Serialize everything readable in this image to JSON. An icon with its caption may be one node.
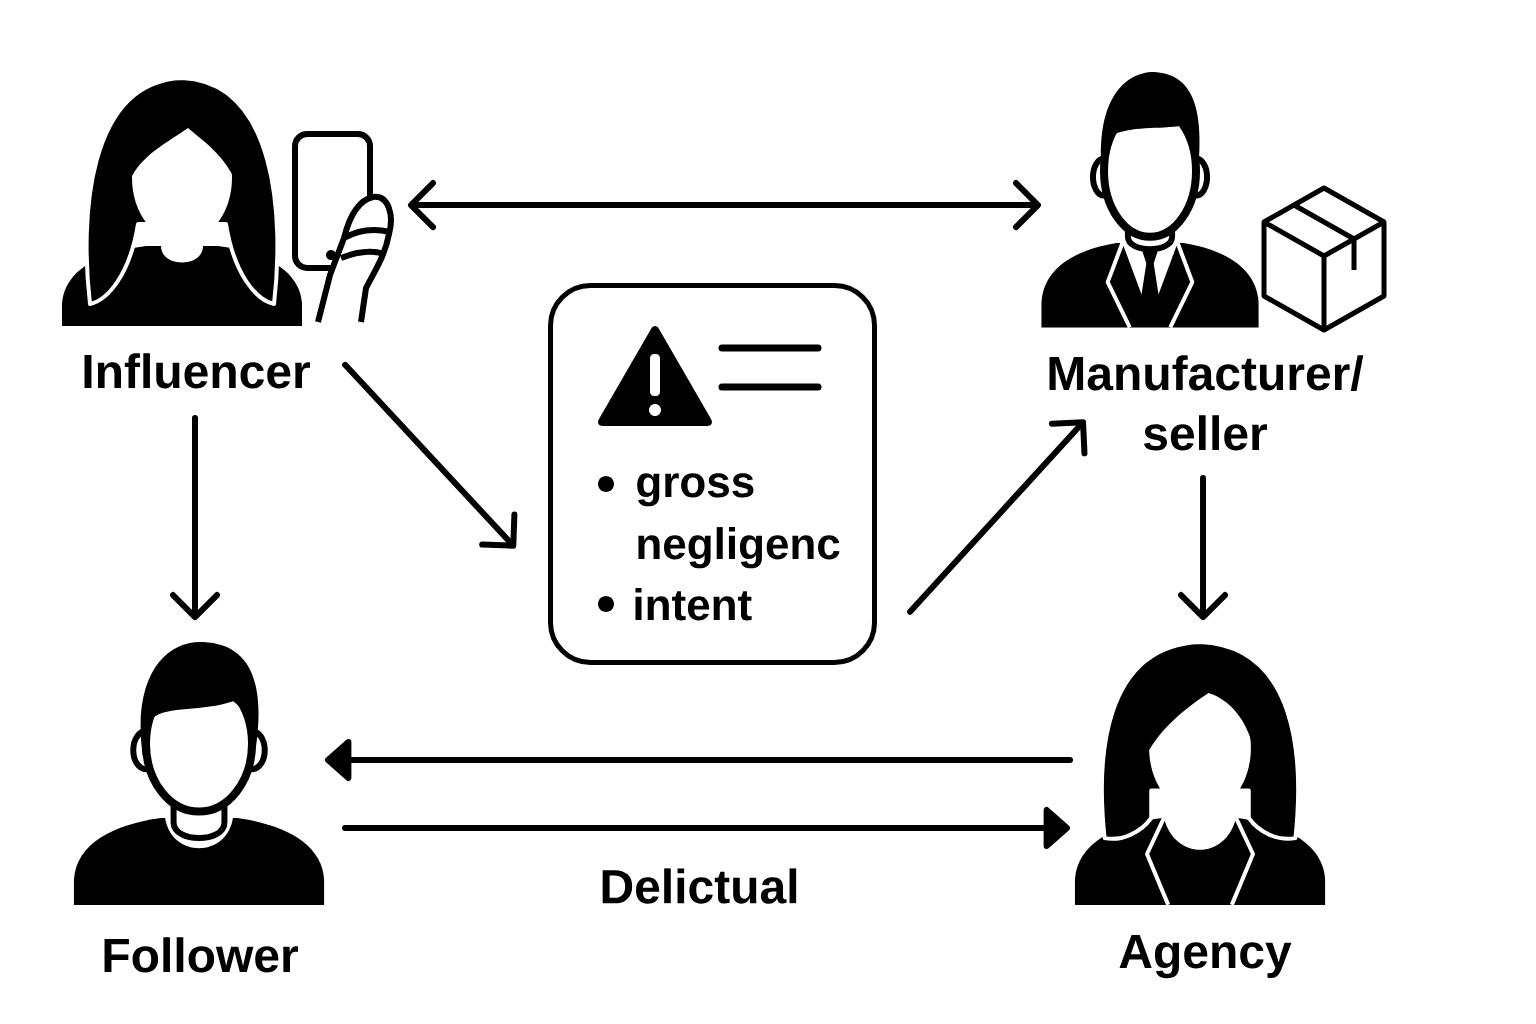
{
  "diagram": {
    "nodes": [
      {
        "text": [],
        "shape": "person",
        "beside": [
          "Influencer"
        ]
      },
      {
        "text": [],
        "shape": "person",
        "beside": [
          "Manufacturer/ seller"
        ]
      },
      {
        "text": [
          "gross negligenc",
          "intent"
        ]
      },
      {
        "text": [],
        "shape": "person",
        "beside": [
          "Follower"
        ]
      },
      {
        "text": [],
        "shape": "person",
        "beside": [
          "Agency"
        ]
      }
    ],
    "edges": [
      {
        "from": 0,
        "to": 1,
        "arrow": "both"
      },
      {
        "from": 0,
        "to": 2,
        "arrow": "to"
      },
      {
        "from": 2,
        "to": 1,
        "arrow": "to"
      },
      {
        "from": 0,
        "to": 3,
        "arrow": "to"
      },
      {
        "from": 1,
        "to": 4,
        "arrow": "to"
      },
      {
        "from": 4,
        "to": 3,
        "arrow": "to"
      },
      {
        "from": 3,
        "to": 4,
        "arrow": "to",
        "label": "Delictual"
      }
    ]
  }
}
